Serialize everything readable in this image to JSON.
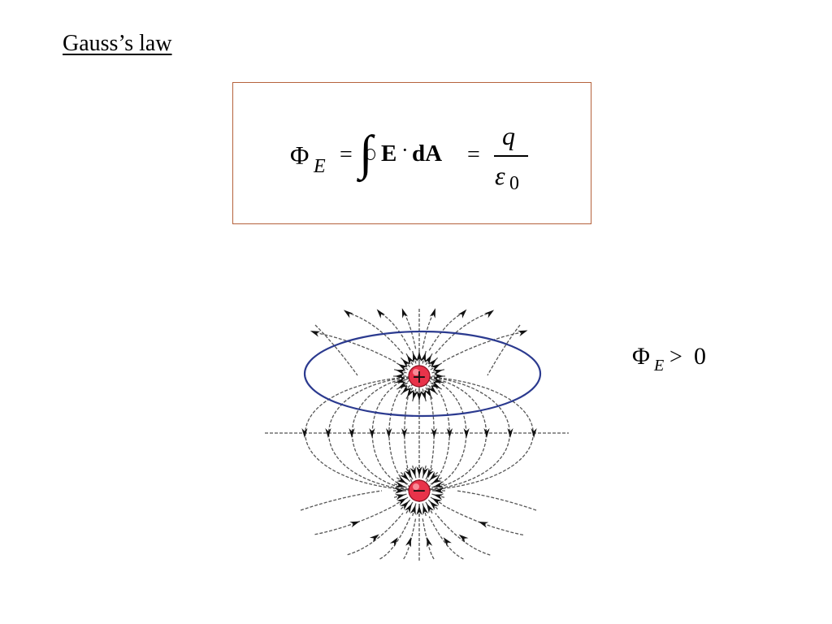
{
  "slide": {
    "title": "Gauss’s law"
  },
  "equation": {
    "flux_symbol": "Φ",
    "flux_subscript": "E",
    "equals": "=",
    "integral": "∫",
    "field_vector": "E",
    "dot_operator": "·",
    "area_vector": "dA",
    "numerator": "q",
    "denominator_symbol": "ε",
    "denominator_subscript": "0"
  },
  "flux_result": {
    "symbol": "Φ",
    "subscript": "E",
    "relation": ">",
    "value": "0"
  },
  "diagram": {
    "charges": [
      {
        "name": "positive",
        "sign": "+"
      },
      {
        "name": "negative",
        "sign": "−"
      }
    ],
    "colors": {
      "charge_fill": "#e8334a",
      "gaussian_surface": "#2b3a8f",
      "field_line": "#555555",
      "box_border": "#b5623c"
    }
  }
}
